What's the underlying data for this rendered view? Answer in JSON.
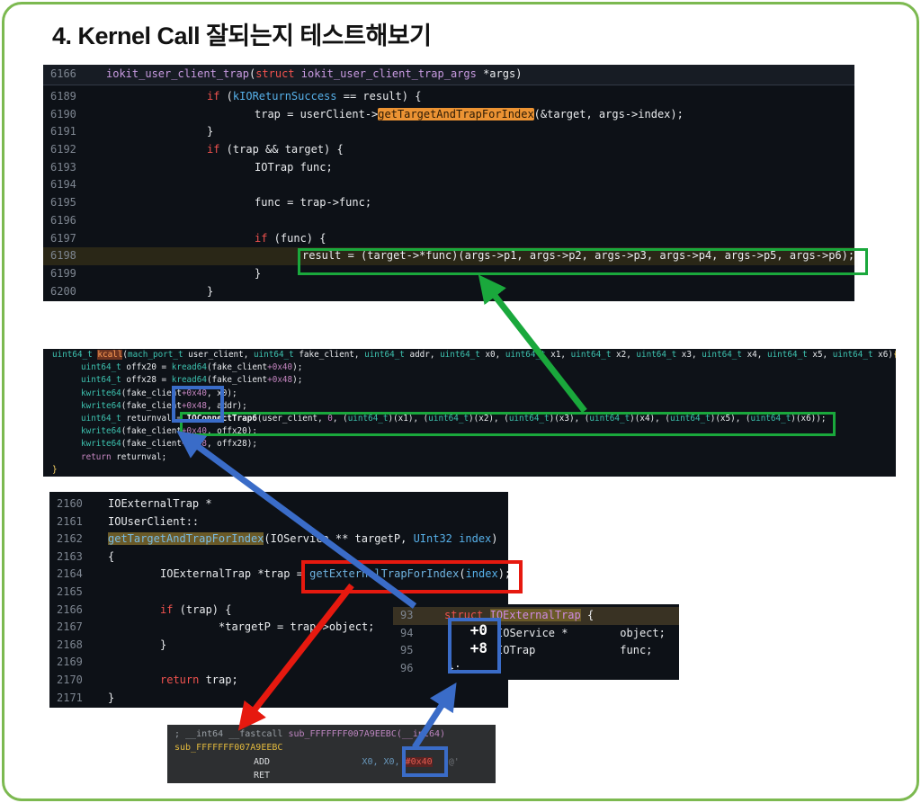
{
  "title": "4. Kernel Call 잘되는지 테스트해보기",
  "colors": {
    "page_border_green": "#7cb950",
    "annotation_green": "#1aa83c",
    "annotation_blue": "#3a6cc8",
    "annotation_red": "#e6190f",
    "search_highlight_orange": "#ec9333",
    "reference_highlight_olive": "#6a5a28",
    "editor_background": "#0d1117",
    "disasm_background": "#2d2f31"
  },
  "panels": {
    "p1": {
      "lines": [
        {
          "n": "6166",
          "ind": 70,
          "hdr": true,
          "seg": [
            [
              "iokit_user_client_trap",
              "purple"
            ],
            [
              "(",
              "w"
            ],
            [
              "struct",
              "red"
            ],
            [
              " ",
              "w"
            ],
            [
              "iokit_user_client_trap_args",
              "purple"
            ],
            [
              " *args)",
              "w"
            ]
          ]
        },
        {
          "n": "6189",
          "ind": 182,
          "seg": [
            [
              "if",
              "red"
            ],
            [
              " (",
              "w"
            ],
            [
              "kIOReturnSuccess",
              "blue"
            ],
            [
              " == result) {",
              "w"
            ]
          ]
        },
        {
          "n": "6190",
          "ind": 235,
          "seg": [
            [
              "trap = userClient->",
              "w"
            ],
            [
              "getTargetAndTrapForIndex",
              "ochip"
            ],
            [
              "(&target, args->index);",
              "w"
            ]
          ]
        },
        {
          "n": "6191",
          "ind": 182,
          "seg": [
            [
              "}",
              "w"
            ]
          ]
        },
        {
          "n": "6192",
          "ind": 182,
          "seg": [
            [
              "if",
              "red"
            ],
            [
              " (trap && target) {",
              "w"
            ]
          ]
        },
        {
          "n": "6193",
          "ind": 235,
          "seg": [
            [
              "IOTrap func;",
              "w"
            ]
          ]
        },
        {
          "n": "6194",
          "ind": 235,
          "seg": []
        },
        {
          "n": "6195",
          "ind": 235,
          "seg": [
            [
              "func = trap->func;",
              "w"
            ]
          ]
        },
        {
          "n": "6196",
          "ind": 235,
          "seg": []
        },
        {
          "n": "6197",
          "ind": 235,
          "seg": [
            [
              "if",
              "red"
            ],
            [
              " (func) {",
              "w"
            ]
          ]
        },
        {
          "n": "6198",
          "ind": 288,
          "hl": true,
          "seg": [
            [
              "result = (target->*func)(args->p1, args->p2, args->p3, args->p4, args->p5, args->p6);",
              "w"
            ]
          ]
        },
        {
          "n": "6199",
          "ind": 235,
          "seg": [
            [
              "}",
              "w"
            ]
          ]
        },
        {
          "n": "6200",
          "ind": 182,
          "seg": [
            [
              "}",
              "w"
            ]
          ]
        }
      ]
    },
    "p2": {
      "lines": [
        {
          "ind": 10,
          "seg": [
            [
              "uint64_t",
              "teal"
            ],
            [
              " ",
              "w"
            ],
            [
              "kcall",
              "rust"
            ],
            [
              "(",
              "w"
            ],
            [
              "mach_port_t",
              "teal"
            ],
            [
              " user_client, ",
              "w"
            ],
            [
              "uint64_t",
              "teal"
            ],
            [
              " fake_client, ",
              "w"
            ],
            [
              "uint64_t",
              "teal"
            ],
            [
              " addr, ",
              "w"
            ],
            [
              "uint64_t",
              "teal"
            ],
            [
              " x0, ",
              "w"
            ],
            [
              "uint64_t",
              "teal"
            ],
            [
              " x1, ",
              "w"
            ],
            [
              "uint64_t",
              "teal"
            ],
            [
              " x2, ",
              "w"
            ],
            [
              "uint64_t",
              "teal"
            ],
            [
              " x3, ",
              "w"
            ],
            [
              "uint64_t",
              "teal"
            ],
            [
              " x4, ",
              "w"
            ],
            [
              "uint64_t",
              "teal"
            ],
            [
              " x5, ",
              "w"
            ],
            [
              "uint64_t",
              "teal"
            ],
            [
              " x6)",
              "w"
            ],
            [
              "{",
              "yellow"
            ]
          ]
        },
        {
          "ind": 42,
          "seg": [
            [
              "uint64_t",
              "teal"
            ],
            [
              " offx20 = ",
              "w"
            ],
            [
              "kread64",
              "teal"
            ],
            [
              "(fake_client",
              "w"
            ],
            [
              "+0x40",
              "pink"
            ],
            [
              ");",
              "w"
            ]
          ]
        },
        {
          "ind": 42,
          "seg": [
            [
              "uint64_t",
              "teal"
            ],
            [
              " offx28 = ",
              "w"
            ],
            [
              "kread64",
              "teal"
            ],
            [
              "(fake_client",
              "w"
            ],
            [
              "+0x48",
              "pink"
            ],
            [
              ");",
              "w"
            ]
          ]
        },
        {
          "ind": 42,
          "seg": [
            [
              "kwrite64",
              "teal"
            ],
            [
              "(fake_client",
              "w"
            ],
            [
              "+0x40",
              "pink"
            ],
            [
              ", x0);",
              "w"
            ]
          ]
        },
        {
          "ind": 42,
          "seg": [
            [
              "kwrite64",
              "teal"
            ],
            [
              "(fake_client",
              "w"
            ],
            [
              "+0x48",
              "pink"
            ],
            [
              ", addr);",
              "w"
            ]
          ]
        },
        {
          "ind": 42,
          "seg": [
            [
              "uint64_t",
              "teal"
            ],
            [
              " returnval = ",
              "w"
            ],
            [
              "IOConnectTrap6",
              "wb"
            ],
            [
              "(user_client, ",
              "w"
            ],
            [
              "0",
              "pink"
            ],
            [
              ", (",
              "w"
            ],
            [
              "uint64_t",
              "teal"
            ],
            [
              ")(x1), (",
              "w"
            ],
            [
              "uint64_t",
              "teal"
            ],
            [
              ")(x2), (",
              "w"
            ],
            [
              "uint64_t",
              "teal"
            ],
            [
              ")(x3), (",
              "w"
            ],
            [
              "uint64_t",
              "teal"
            ],
            [
              ")(x4), (",
              "w"
            ],
            [
              "uint64_t",
              "teal"
            ],
            [
              ")(x5), (",
              "w"
            ],
            [
              "uint64_t",
              "teal"
            ],
            [
              ")(x6));",
              "w"
            ]
          ]
        },
        {
          "ind": 42,
          "seg": [
            [
              "kwrite64",
              "teal"
            ],
            [
              "(fake_client",
              "w"
            ],
            [
              "+0x40",
              "pink"
            ],
            [
              ", offx20);",
              "w"
            ]
          ]
        },
        {
          "ind": 42,
          "seg": [
            [
              "kwrite64",
              "teal"
            ],
            [
              "(fake_client",
              "w"
            ],
            [
              "+0x48",
              "pink"
            ],
            [
              ", offx28);",
              "w"
            ]
          ]
        },
        {
          "ind": 42,
          "seg": [
            [
              "return",
              "pinkkw"
            ],
            [
              " returnval;",
              "w"
            ]
          ]
        },
        {
          "ind": 10,
          "seg": [
            [
              "}",
              "yellow"
            ]
          ]
        }
      ]
    },
    "p3": {
      "lines": [
        {
          "n": "2160",
          "ind": 65,
          "seg": [
            [
              "IOExternalTrap *",
              "w"
            ]
          ]
        },
        {
          "n": "2161",
          "ind": 65,
          "seg": [
            [
              "IOUserClient::",
              "w"
            ]
          ]
        },
        {
          "n": "2162",
          "ind": 65,
          "seg": [
            [
              "getTargetAndTrapForIndex",
              "olivechip"
            ],
            [
              "(IOService ** targetP, ",
              "w"
            ],
            [
              "UInt32",
              "blue"
            ],
            [
              " ",
              "w"
            ],
            [
              "index",
              "blue"
            ],
            [
              ")",
              "w"
            ]
          ]
        },
        {
          "n": "2163",
          "ind": 65,
          "seg": [
            [
              "{",
              "w"
            ]
          ]
        },
        {
          "n": "2164",
          "ind": 123,
          "seg": [
            [
              "IOExternalTrap *trap = ",
              "w"
            ],
            [
              "getExternalTrapForIndex",
              "bluefn"
            ],
            [
              "(",
              "w"
            ],
            [
              "index",
              "blue"
            ],
            [
              ");",
              "w"
            ]
          ]
        },
        {
          "n": "2165",
          "ind": 123,
          "seg": []
        },
        {
          "n": "2166",
          "ind": 123,
          "seg": [
            [
              "if",
              "red"
            ],
            [
              " (trap) {",
              "w"
            ]
          ]
        },
        {
          "n": "2167",
          "ind": 188,
          "seg": [
            [
              "*targetP = trap->object;",
              "w"
            ]
          ]
        },
        {
          "n": "2168",
          "ind": 123,
          "seg": [
            [
              "}",
              "w"
            ]
          ]
        },
        {
          "n": "2169",
          "ind": 123,
          "seg": []
        },
        {
          "n": "2170",
          "ind": 123,
          "seg": [
            [
              "return",
              "red"
            ],
            [
              " trap;",
              "w"
            ]
          ]
        },
        {
          "n": "2171",
          "ind": 65,
          "seg": [
            [
              "}",
              "w"
            ]
          ]
        }
      ]
    },
    "p4": {
      "offsets": [
        "+0",
        "+8"
      ],
      "lines": [
        {
          "n": "93",
          "ind": 57,
          "hl": true,
          "seg": [
            [
              "struct",
              "red"
            ],
            [
              " ",
              "w"
            ],
            [
              "IOExternalTrap",
              "olivechip2"
            ],
            [
              " {",
              "w"
            ]
          ]
        },
        {
          "n": "94",
          "ind": 115,
          "seg": [
            [
              "IOService *        object;",
              "w"
            ]
          ]
        },
        {
          "n": "95",
          "ind": 115,
          "seg": [
            [
              "IOTrap             func;",
              "w"
            ]
          ]
        },
        {
          "n": "96",
          "ind": 61,
          "seg": [
            [
              "};",
              "w"
            ]
          ]
        }
      ]
    },
    "p5": {
      "lines": [
        {
          "ind": 8,
          "seg": [
            [
              "; __int64 __fastcall ",
              "gray5"
            ],
            [
              "sub_FFFFFFF007A9EEBC(__int64)",
              "pur5"
            ]
          ]
        },
        {
          "ind": 8,
          "seg": [
            [
              "sub_FFFFFFF007A9EEBC",
              "yel5"
            ]
          ]
        },
        {
          "ind": 96,
          "seg": [
            [
              "ADD",
              "w5"
            ],
            [
              "                 ",
              "w5"
            ],
            [
              "X0, X0, ",
              "blue5"
            ],
            [
              "#0x40",
              "hex5"
            ],
            [
              "  ",
              "w5"
            ],
            [
              "'@'",
              "q5"
            ]
          ]
        },
        {
          "ind": 96,
          "seg": [
            [
              "RET",
              "w5"
            ]
          ]
        }
      ]
    }
  }
}
